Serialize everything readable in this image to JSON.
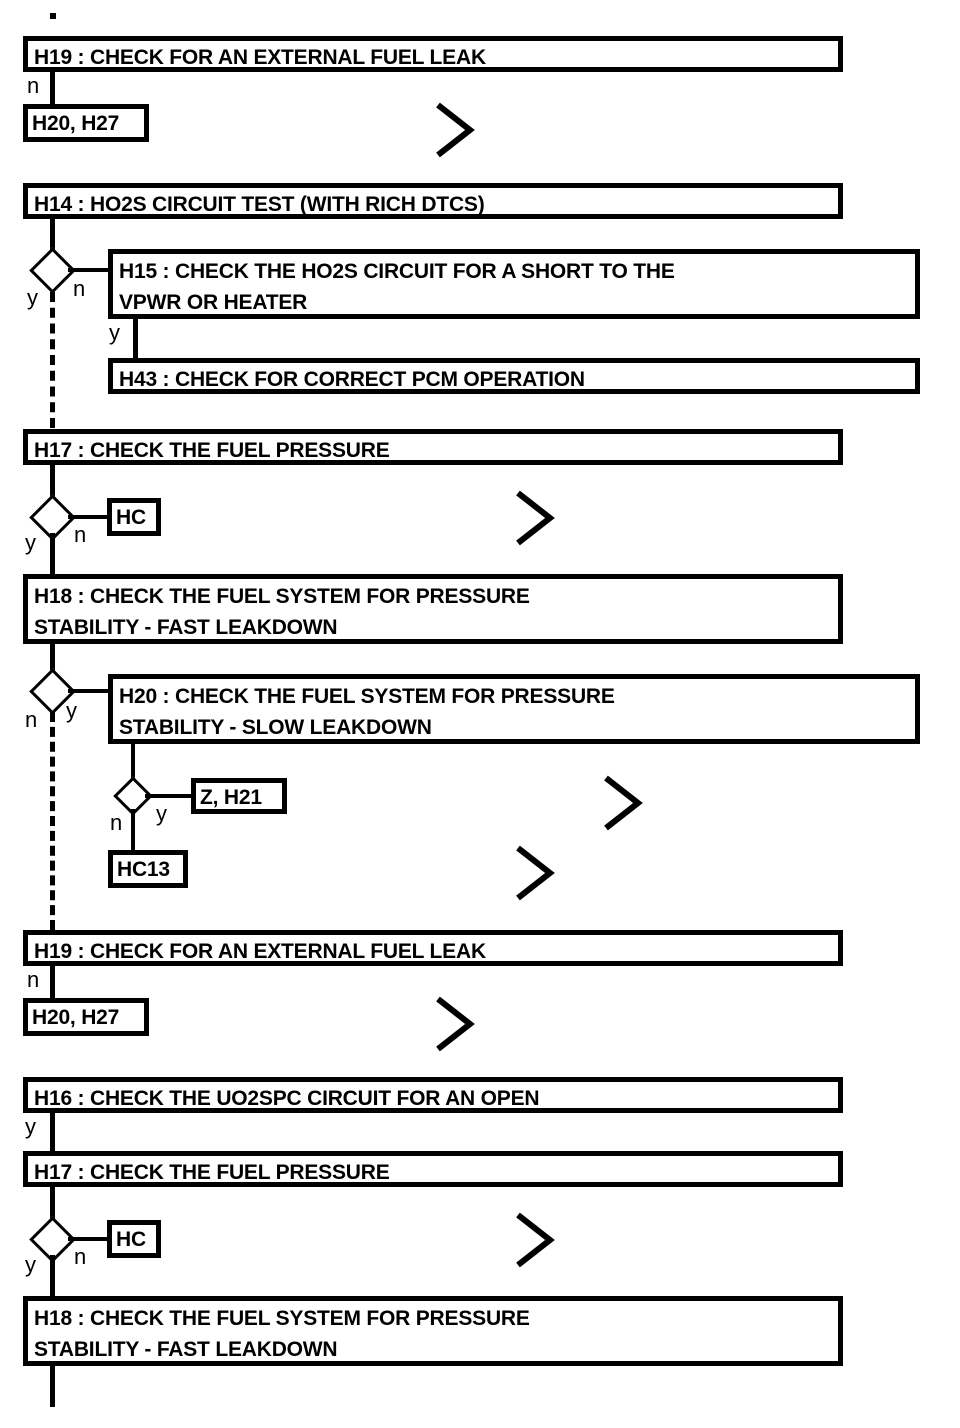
{
  "diagram": {
    "type": "flowchart",
    "title": "Fuel system / HO2S diagnostic flowchart",
    "background_color": "#ffffff",
    "line_color": "#000000",
    "nodes": [
      {
        "id": "n1",
        "label": "H19 : CHECK FOR AN EXTERNAL FUEL LEAK"
      },
      {
        "id": "n2",
        "label": "H20, H27"
      },
      {
        "id": "n3",
        "label": "H14 : HO2S CIRCUIT TEST (WITH RICH DTCS)"
      },
      {
        "id": "n4",
        "label": "H15 : CHECK THE HO2S CIRCUIT FOR A SHORT TO THE\nVPWR OR HEATER"
      },
      {
        "id": "n5",
        "label": "H43 : CHECK FOR CORRECT PCM OPERATION"
      },
      {
        "id": "n6",
        "label": "H17 : CHECK THE FUEL PRESSURE"
      },
      {
        "id": "n7",
        "label": "HC"
      },
      {
        "id": "n8",
        "label": "H18 : CHECK THE FUEL SYSTEM FOR PRESSURE\nSTABILITY - FAST LEAKDOWN"
      },
      {
        "id": "n9",
        "label": "H20 : CHECK THE FUEL SYSTEM FOR PRESSURE\nSTABILITY - SLOW LEAKDOWN"
      },
      {
        "id": "n10",
        "label": "Z, H21"
      },
      {
        "id": "n11",
        "label": "HC13"
      },
      {
        "id": "n12",
        "label": "H19 : CHECK FOR AN EXTERNAL FUEL LEAK"
      },
      {
        "id": "n13",
        "label": "H20, H27"
      },
      {
        "id": "n14",
        "label": "H16 : CHECK THE UO2SPC CIRCUIT FOR AN OPEN"
      },
      {
        "id": "n15",
        "label": "H17 : CHECK THE FUEL PRESSURE"
      },
      {
        "id": "n16",
        "label": "HC"
      },
      {
        "id": "n17",
        "label": "H18 : CHECK THE FUEL SYSTEM FOR PRESSURE\nSTABILITY - FAST LEAKDOWN"
      }
    ],
    "branch_labels": {
      "b1": "n",
      "b2": "y",
      "b3": "n",
      "b4": "y",
      "b5": "y",
      "b6": "n",
      "b7": "n",
      "b8": "y",
      "b9": "n",
      "b10": "y",
      "b11": "n",
      "b12": "y",
      "b13": "y",
      "b14": "n"
    },
    "markers": {
      "chevron": "chevron-right",
      "chevron_count": 5
    }
  }
}
